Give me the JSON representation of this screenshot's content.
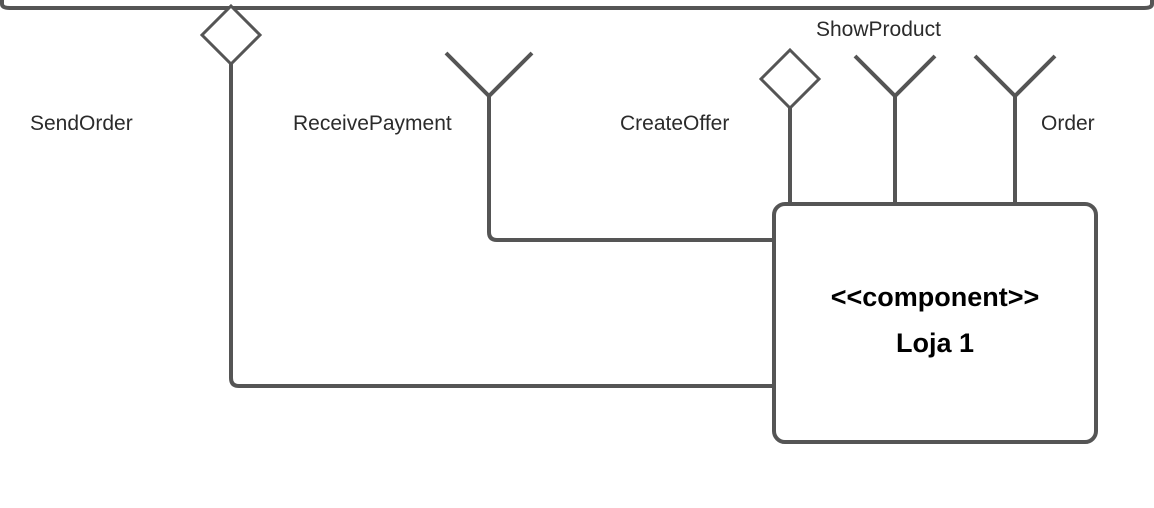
{
  "component": {
    "stereotype": "<<component>>",
    "name": "Loja 1"
  },
  "interfaces": {
    "send_order": "SendOrder",
    "receive_payment": "ReceivePayment",
    "create_offer": "CreateOffer",
    "show_product": "ShowProduct",
    "order": "Order"
  }
}
